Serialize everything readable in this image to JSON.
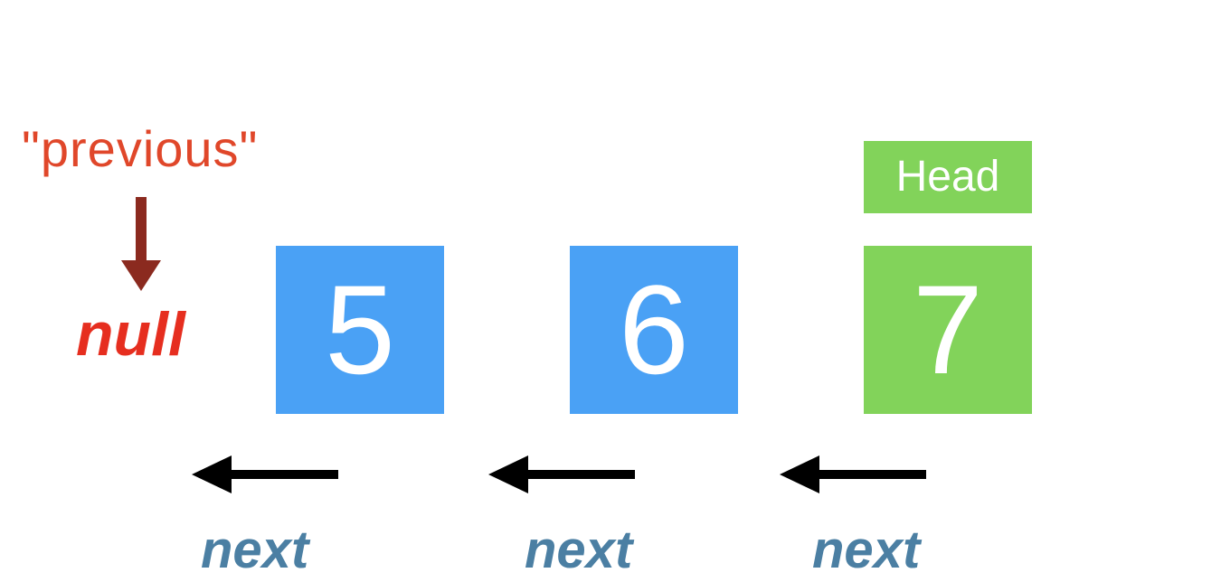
{
  "previous_label": "\"previous\"",
  "null_label": "null",
  "head_label": "Head",
  "nodes": [
    {
      "value": "5",
      "color": "#4aa1f5"
    },
    {
      "value": "6",
      "color": "#4aa1f5"
    },
    {
      "value": "7",
      "color": "#82d35a"
    }
  ],
  "pointers": [
    {
      "label": "next"
    },
    {
      "label": "next"
    },
    {
      "label": "next"
    }
  ],
  "colors": {
    "previous_text": "#e0472a",
    "previous_arrow": "#8b2a1f",
    "null_text": "#e62e1f",
    "node_blue": "#4aa1f5",
    "node_green": "#82d35a",
    "next_arrow": "#000000",
    "next_text": "#4b7fa3"
  }
}
